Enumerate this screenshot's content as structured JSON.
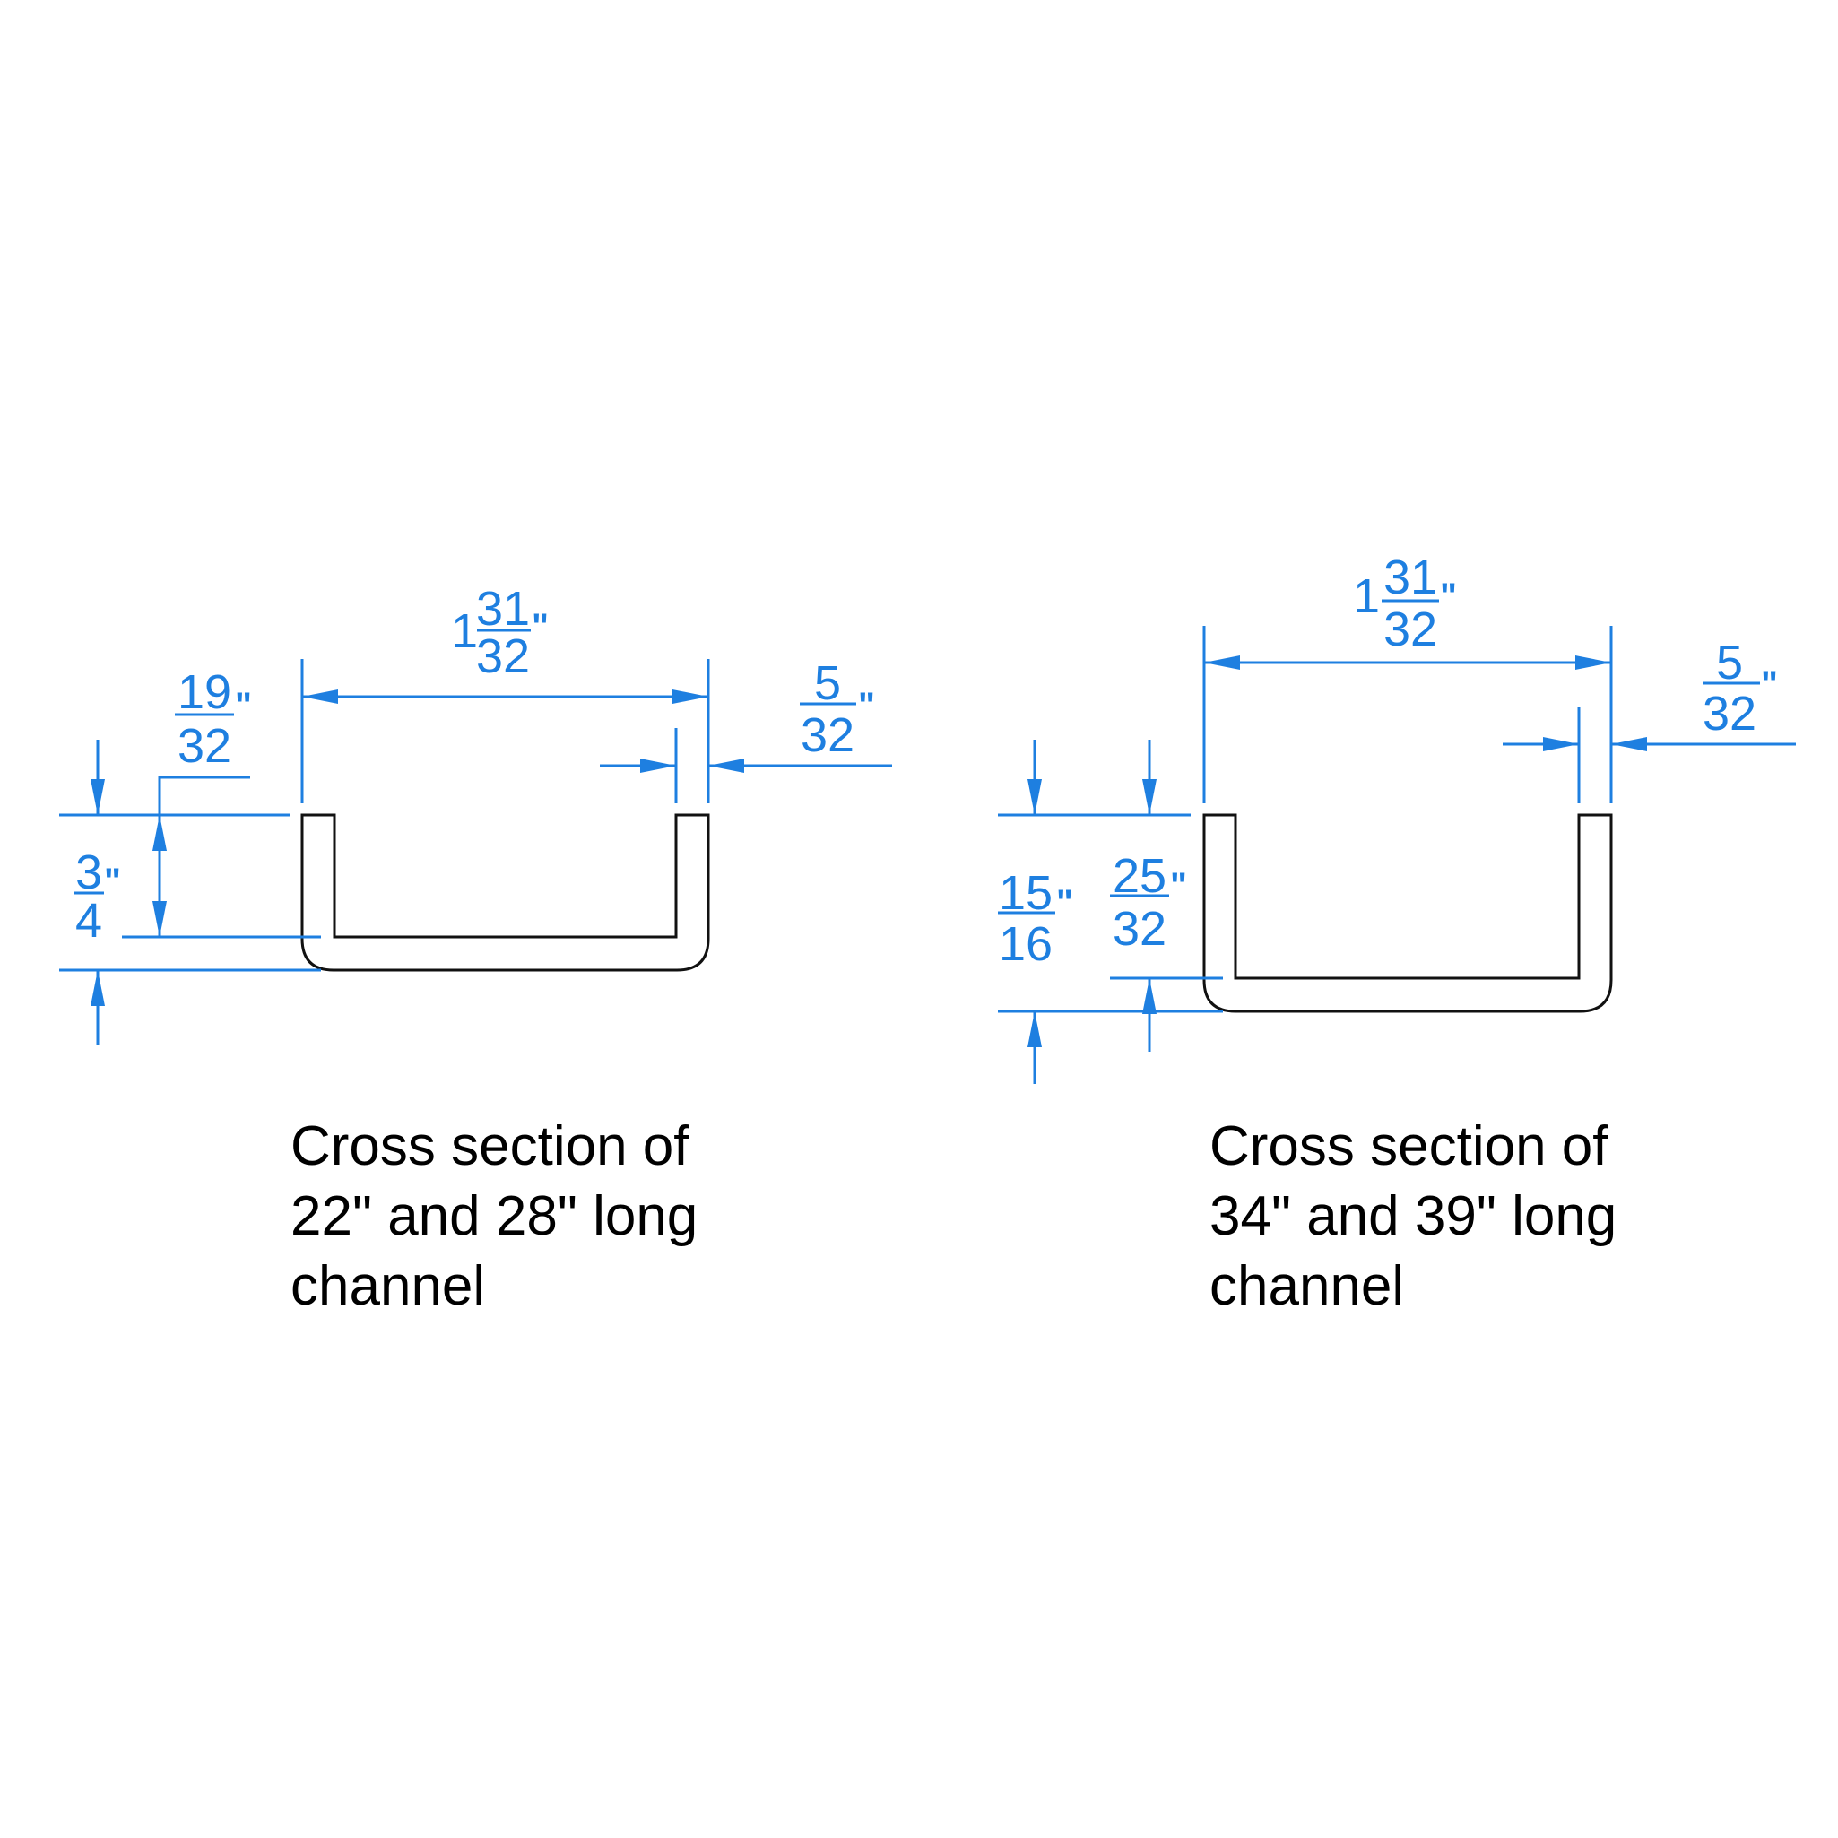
{
  "colors": {
    "dimension": "#1e7fe0",
    "part_outline": "#111111",
    "background": "#ffffff"
  },
  "left_section": {
    "width_dim": {
      "whole": "1",
      "num": "31",
      "den": "32",
      "unit": "\""
    },
    "thickness_dim": {
      "num": "5",
      "den": "32",
      "unit": "\""
    },
    "inner_depth_dim": {
      "num": "19",
      "den": "32",
      "unit": "\""
    },
    "outer_height_dim": {
      "num": "3",
      "den": "4",
      "unit": "\""
    },
    "caption": {
      "line1": "Cross section of",
      "line2": "22\" and 28\" long",
      "line3": "channel"
    }
  },
  "right_section": {
    "width_dim": {
      "whole": "1",
      "num": "31",
      "den": "32",
      "unit": "\""
    },
    "thickness_dim": {
      "num": "5",
      "den": "32",
      "unit": "\""
    },
    "outer_height_dim": {
      "num": "15",
      "den": "16",
      "unit": "\""
    },
    "inner_depth_dim": {
      "num": "25",
      "den": "32",
      "unit": "\""
    },
    "caption": {
      "line1": "Cross section of",
      "line2": "34\" and 39\" long",
      "line3": "channel"
    }
  }
}
